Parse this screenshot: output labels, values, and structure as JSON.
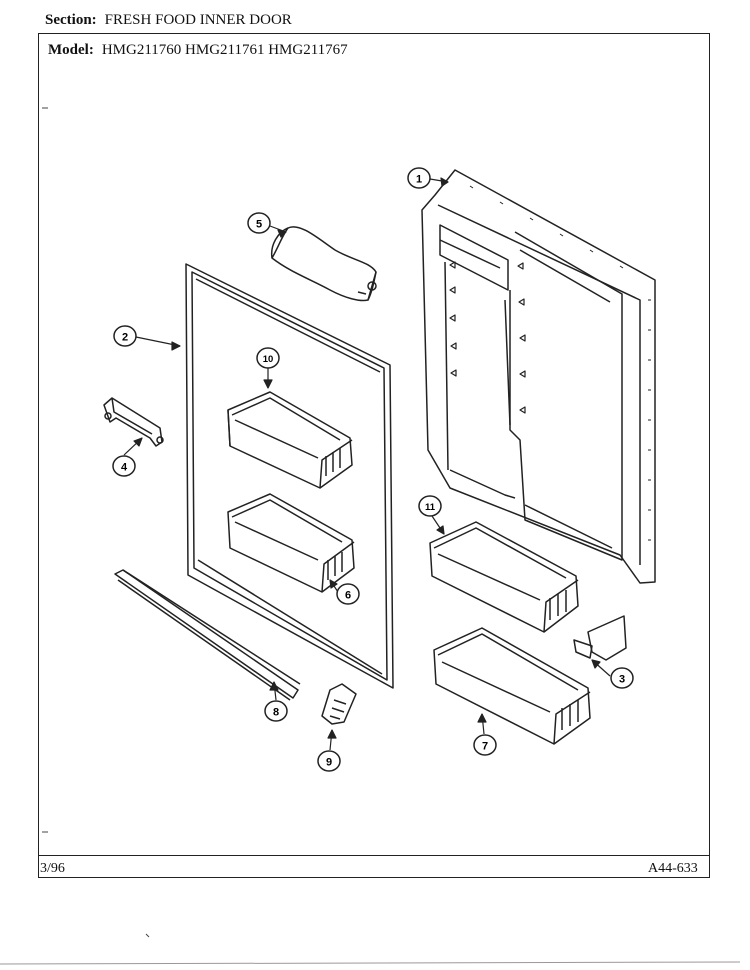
{
  "header": {
    "section_label": "Section:",
    "section_value": "FRESH FOOD INNER DOOR",
    "model_label": "Model:",
    "models": "HMG211760  HMG211761  HMG211767"
  },
  "footer": {
    "date": "3/96",
    "code": "A44-633"
  },
  "callouts": [
    {
      "id": "1",
      "part": "inner-door-liner"
    },
    {
      "id": "2",
      "part": "door-gasket"
    },
    {
      "id": "3",
      "part": "bottle-retainer"
    },
    {
      "id": "4",
      "part": "shelf-bracket"
    },
    {
      "id": "5",
      "part": "dairy-door"
    },
    {
      "id": "6",
      "part": "door-bin-lower-left"
    },
    {
      "id": "7",
      "part": "door-bin-bottom"
    },
    {
      "id": "8",
      "part": "door-bar-trim"
    },
    {
      "id": "9",
      "part": "bar-end-cap"
    },
    {
      "id": "10",
      "part": "door-bin-upper-left"
    },
    {
      "id": "11",
      "part": "door-bin-right"
    }
  ]
}
